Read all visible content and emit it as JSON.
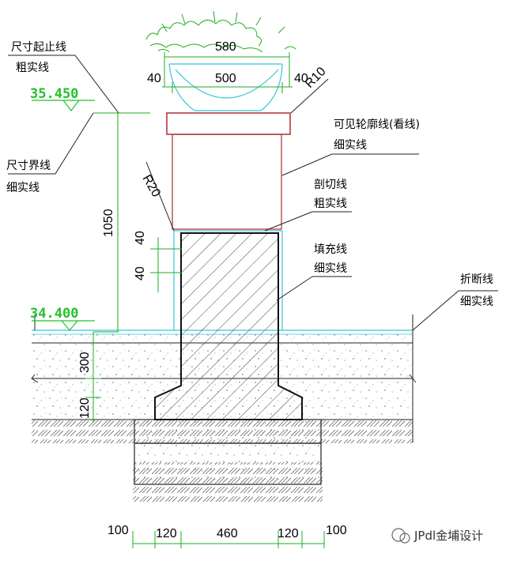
{
  "elevations": {
    "top": "35.450",
    "ground": "34.400"
  },
  "labels": {
    "dim_stop_line": "尺寸起止线",
    "thick_solid": "粗实线",
    "dim_ext_line": "尺寸界线",
    "thin_solid_1": "细实线",
    "visible_outline": "可见轮廓线(看线)",
    "thin_solid_2": "细实线",
    "section_line": "剖切线",
    "thick_solid_2": "粗实线",
    "fill_line": "填充线",
    "thin_solid_3": "细实线",
    "break_line": "折断线",
    "thin_solid_4": "细实线"
  },
  "dimensions": {
    "top_width": "580",
    "left_40": "40",
    "mid_500": "500",
    "right_40": "40",
    "radius_10": "R10",
    "radius_20": "R20",
    "height_1050": "1050",
    "gap_40_a": "40",
    "gap_40_b": "40",
    "layer_300": "300",
    "layer_120": "120",
    "bottom": [
      "100",
      "120",
      "460",
      "120",
      "100"
    ]
  },
  "watermark": "JPdl金埔设计",
  "colors": {
    "elevation": "#22c22a",
    "outline": "#b33a3a",
    "cyan": "#35c6d6",
    "dim": "#1fae1f"
  }
}
